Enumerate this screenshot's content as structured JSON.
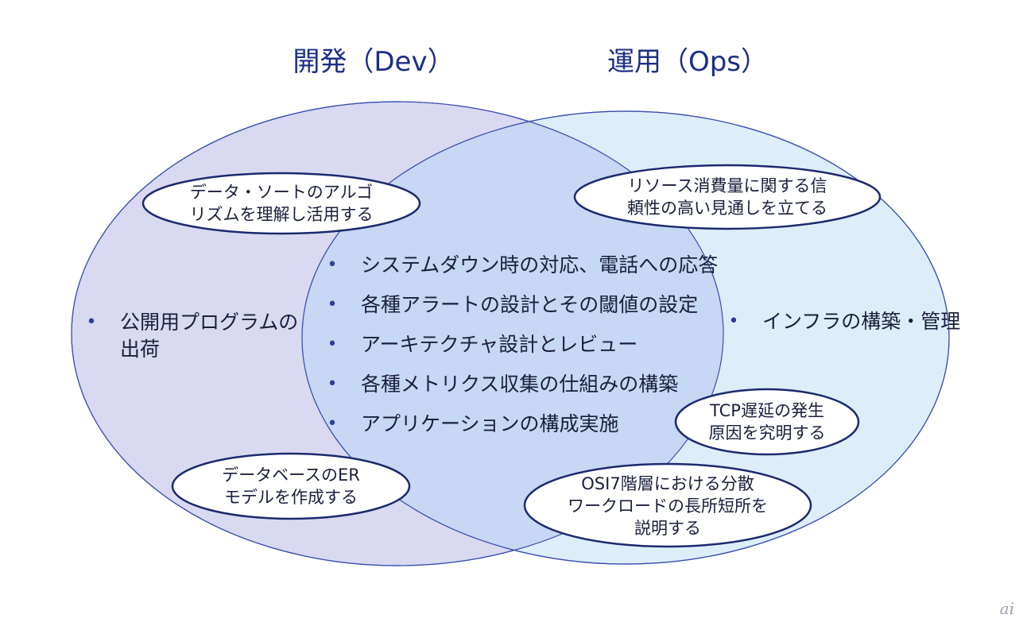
{
  "titles": {
    "dev": "開発（Dev）",
    "ops": "運用（Ops）"
  },
  "dev_only": {
    "bullet_lines": [
      "公開用プログラムの",
      "出荷"
    ]
  },
  "ops_only": {
    "bullet": "インフラの構築・管理"
  },
  "shared": {
    "bullets": [
      "システムダウン時の対応、電話への応答",
      "各種アラートの設計とその閾値の設定",
      "アーキテクチャ設計とレビュー",
      "各種メトリクス収集の仕組みの構築",
      "アプリケーションの構成実施"
    ]
  },
  "ovals": {
    "dev_algorithm": [
      "データ・ソートのアルゴ",
      "リズムを理解し活用する"
    ],
    "dev_er_model": [
      "データベースのER",
      "モデルを作成する"
    ],
    "ops_resource": [
      "リソース消費量に関する信",
      "頼性の高い見通しを立てる"
    ],
    "ops_tcp": [
      "TCP遅延の発生",
      "原因を究明する"
    ],
    "ops_osi": [
      "OSI7階層における分散",
      "ワークロードの長所短所を",
      "説明する"
    ]
  },
  "colors": {
    "dev_fill": "#d9d9f2",
    "ops_fill": "#ddeefb",
    "overlap_fill": "#c6d8f3",
    "outline": "#3b4fb0",
    "title": "#1b2f86"
  },
  "watermark": "ai"
}
